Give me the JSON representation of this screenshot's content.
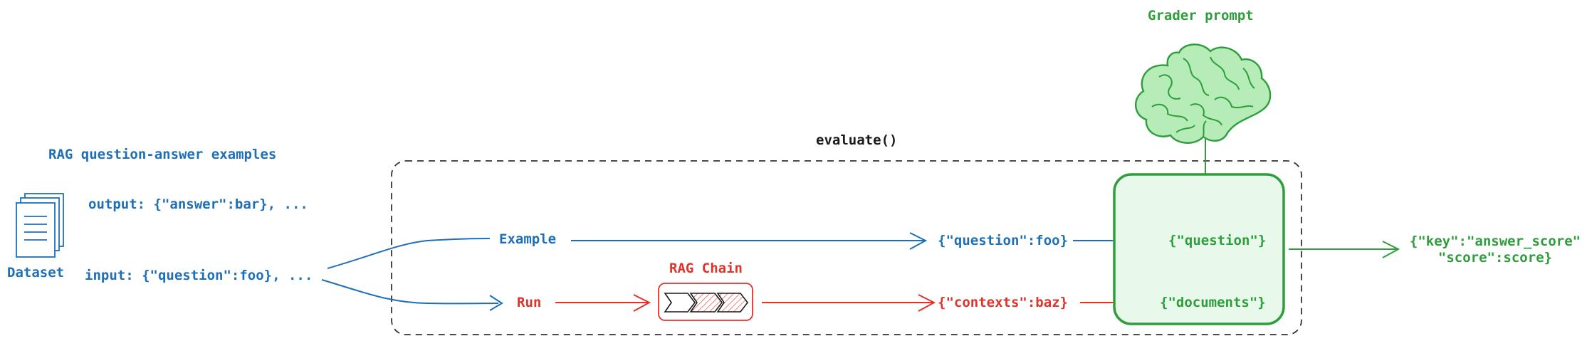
{
  "diagram": {
    "dataset": {
      "title": "RAG question-answer examples",
      "caption": "Dataset",
      "output_line": "output: {\"answer\":bar}, ...",
      "input_line": "input: {\"question\":foo}, ..."
    },
    "evaluate": {
      "title": "evaluate()",
      "example_label": "Example",
      "run_label": "Run",
      "rag_chain_label": "RAG Chain"
    },
    "fields": {
      "question_output": "{\"question\":foo}",
      "contexts_output": "{\"contexts\":baz}"
    },
    "grader": {
      "title": "Grader prompt",
      "question_var": "{\"question\"}",
      "documents_var": "{\"documents\"}"
    },
    "result": {
      "line1": "{\"key\":\"answer_score\"",
      "line2": "\"score\":score}"
    },
    "colors": {
      "blue": "#1f6fb7",
      "red": "#e0332b",
      "green": "#2d9e3b",
      "green_fill": "#e8f8ea",
      "brain_fill": "#b5ecb8"
    }
  }
}
